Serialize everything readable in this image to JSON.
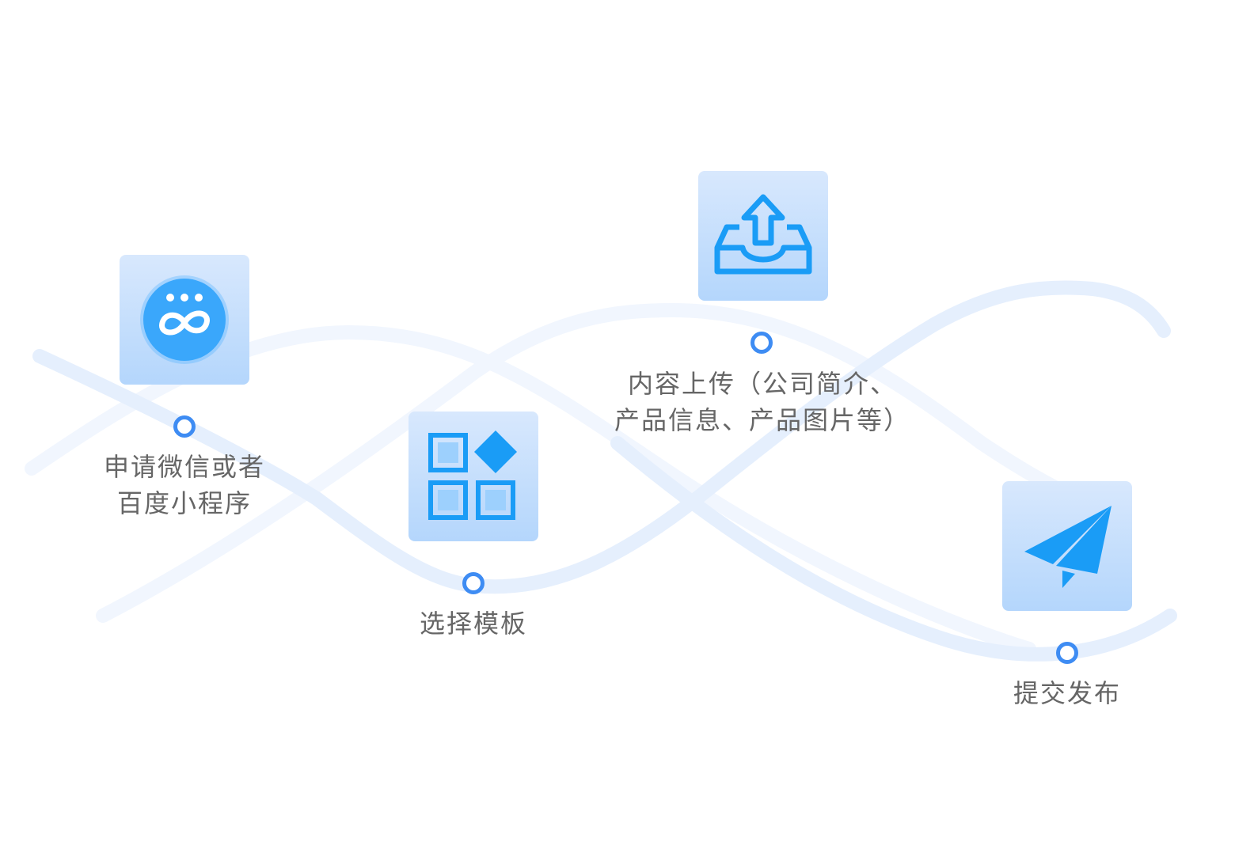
{
  "colors": {
    "node_ring": "#3e8cf3",
    "card_top": "#d8e8fd",
    "card_bottom": "#b4d6fc",
    "icon_blue": "#1a9cf6",
    "wave_strong": "#e5effd",
    "wave_light": "#f1f6fe",
    "label_text": "#666666"
  },
  "steps": [
    {
      "icon": "mini-program-icon",
      "label_lines": [
        "申请微信或者",
        "百度小程序"
      ]
    },
    {
      "icon": "template-grid-icon",
      "label_lines": [
        "选择模板"
      ]
    },
    {
      "icon": "upload-tray-icon",
      "label_lines": [
        "内容上传（公司简介、",
        "产品信息、产品图片等）"
      ]
    },
    {
      "icon": "paper-plane-icon",
      "label_lines": [
        "提交发布"
      ]
    }
  ]
}
